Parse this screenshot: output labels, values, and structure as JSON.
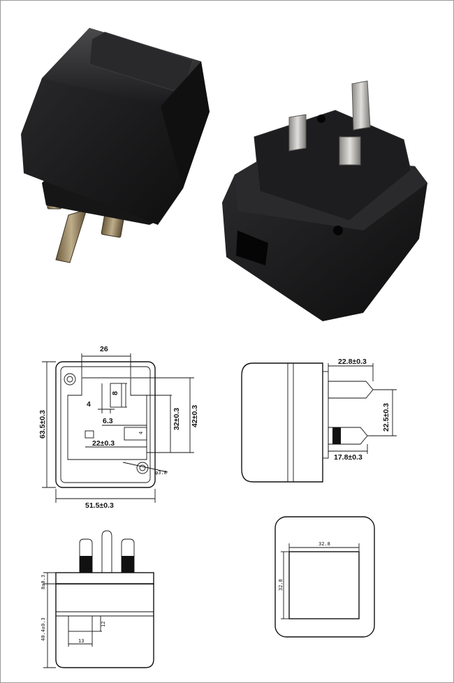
{
  "front_view": {
    "width_top": "26",
    "depth_a": "4",
    "pin_h": "8",
    "pin_w": "6.3",
    "pin_small": "4",
    "pin_spacing": "22±0.3",
    "height_overall": "63.5±0.3",
    "height_b": "32±0.3",
    "height_c": "42±0.3",
    "hole_dia": "φ3.8",
    "width_overall": "51.5±0.3"
  },
  "side_view": {
    "pin_top_offset": "22.8±0.3",
    "pin_height": "22.5±0.3",
    "pin_length": "17.8±0.3"
  },
  "bottom_view": {
    "plug_depth": "8±0.3",
    "body_depth": "40.4±0.3",
    "window_h": "12",
    "window_w": "13"
  },
  "label_view": {
    "label_w": "32.8",
    "label_h": "32.8"
  }
}
